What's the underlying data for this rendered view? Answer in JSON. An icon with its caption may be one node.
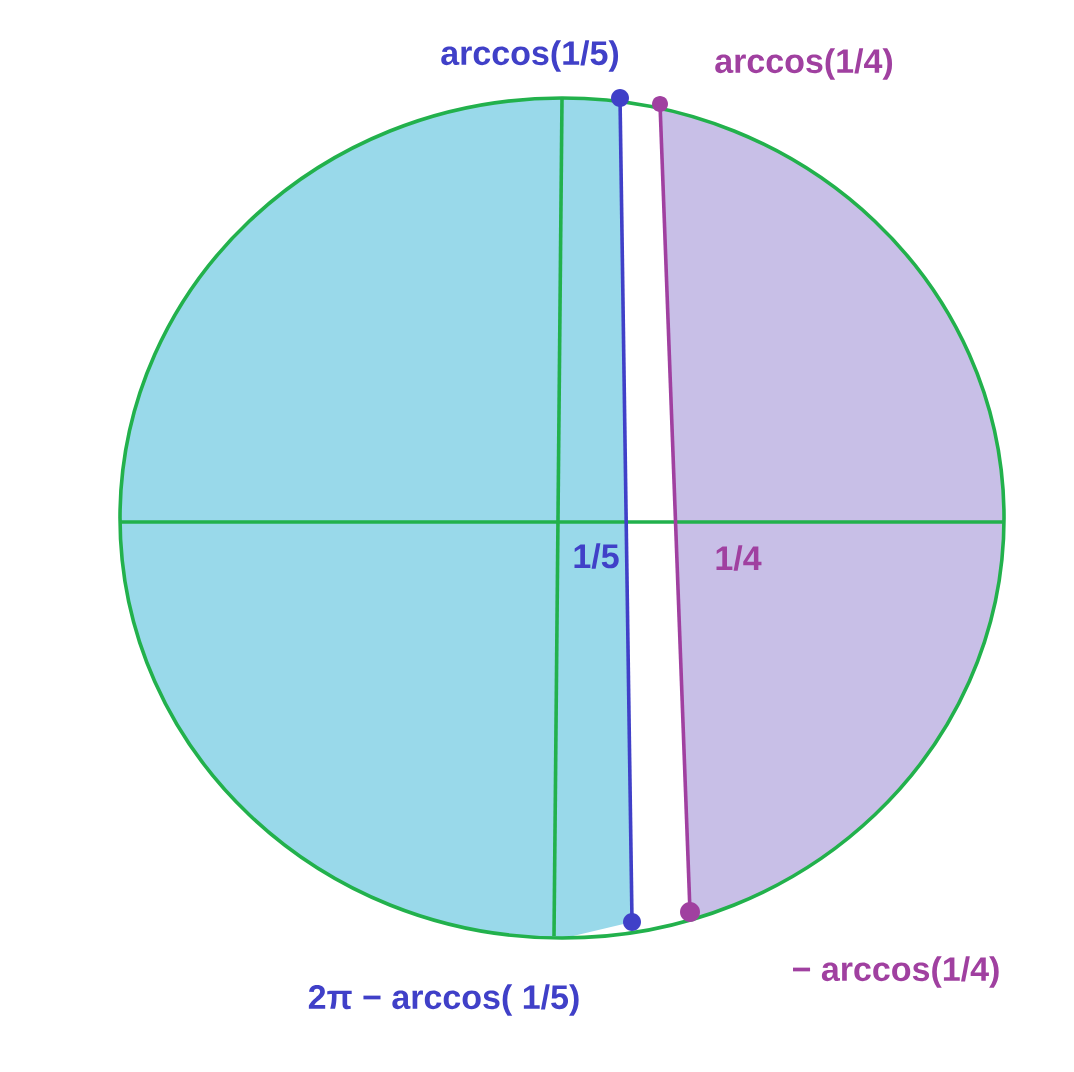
{
  "diagram": {
    "labels": [
      "arccos(1/5)",
      "arccos(1/4)",
      "1/5",
      "1/4",
      "2π − arccos( 1/5)",
      "− arccos(1/4)"
    ]
  }
}
